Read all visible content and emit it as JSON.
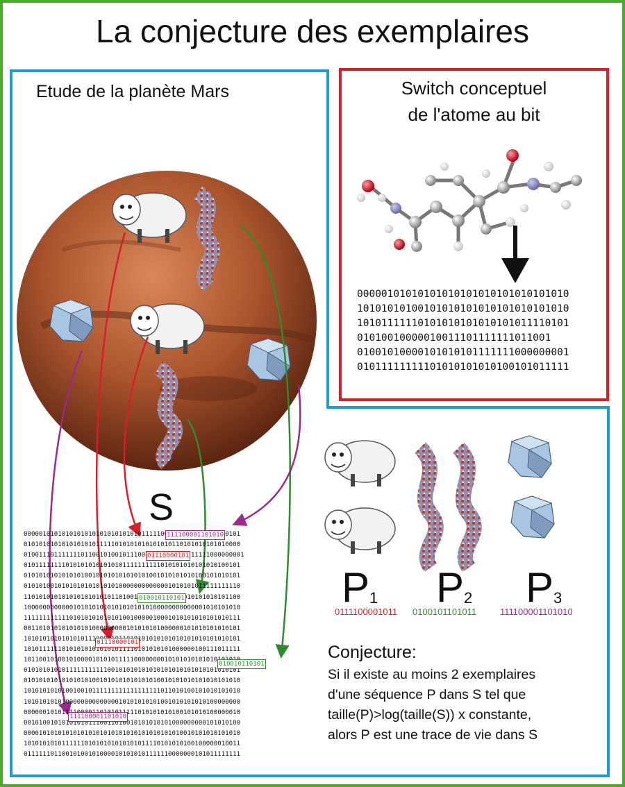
{
  "title": "La conjecture des exemplaires",
  "mars": {
    "title": "Etude de la planète Mars"
  },
  "switch": {
    "title_line1": "Switch conceptuel",
    "title_line2": "de l'atome au bit",
    "bits": [
      "00000101010101010101010101010101010",
      "10101010100101010101010101010101010",
      "10101111110101010101010101011110101",
      "01010010000010011101111111011001",
      "01001010000101010101111111000000001",
      "01011111111101010101010100101011111"
    ]
  },
  "s": {
    "label": "S",
    "rows": [
      "000001010101010101010101010101011111000011010101001010101",
      "010101010101010101011111010101010101010110101010101010000",
      "0100111011111110110010100101110000101110101111111000000001",
      "010111111110101010101010101111111111010101010101010100101",
      "010101010101010100101010101010101001010101010100101010101",
      "010101001010101010101010100000000000001010101011111111110",
      "110101010101010101010101101001010110110101010101010101100",
      "100000000000010101010101010101010100000000000001010101010",
      "111111111111010101010101010010000010001010101010101010111",
      "001101010101010101000000000101010101000000101010101010101",
      "101010101010101011100001011010101010101010101010101010101",
      "101011111101010101010101011110101010101000000100111011111",
      "101100101001010000101010111110000000010101010101010101010",
      "010101010101111111111100101010101010101010101010101010101",
      "010101010101010101001010101010101010010101010101010101010",
      "101010101010010010111111111111111111011010100101010101010",
      "101010101010000000000000010101010101001010101010100000000",
      "000000101011110000110101011111010101010100101010100000010",
      "001010010101010101110011010010101010101000000000101010100",
      "000010101010101010101010101010101010101010010101010101010",
      "101010101011111101010101010101011110101010100100000010011",
      "011111101100101001010000101010101111110000000101011111111"
    ],
    "highlights": [
      {
        "text": "111100001101010",
        "color": "#9b2a8a"
      },
      {
        "text": "01110000101",
        "color": "#d91e2a"
      },
      {
        "text": "010010110101",
        "color": "#2e8b2e"
      },
      {
        "text": "01110000101",
        "color": "#d91e2a"
      },
      {
        "text": "010010110101",
        "color": "#2e8b2e"
      },
      {
        "text": "111100001101010",
        "color": "#9b2a8a"
      }
    ]
  },
  "patterns": [
    {
      "label": "P",
      "index": "1",
      "sequence": "0111100001011",
      "color": "#d91e2a"
    },
    {
      "label": "P",
      "index": "2",
      "sequence": "0100101101011",
      "color": "#2e8b2e"
    },
    {
      "label": "P",
      "index": "3",
      "sequence": "111100001101010",
      "color": "#9b2a8a"
    }
  ],
  "conjecture": {
    "title": "Conjecture:",
    "lines": [
      "Si il existe au moins 2 exemplaires",
      "d'une séquence P dans S tel que",
      "taille(P)>log(taille(S)) x  constante,",
      "alors P est une trace de vie dans S"
    ]
  },
  "colors": {
    "green": "#4ea72e",
    "blue": "#1e9bd7",
    "red": "#d91e2a",
    "purple": "#9b2a8a",
    "arrow_green": "#2e8b2e"
  },
  "icons": [
    "mars-planet-icon",
    "sheep-icon",
    "dna-helix-icon",
    "crystal-icon",
    "molecule-icon",
    "down-arrow-icon"
  ]
}
